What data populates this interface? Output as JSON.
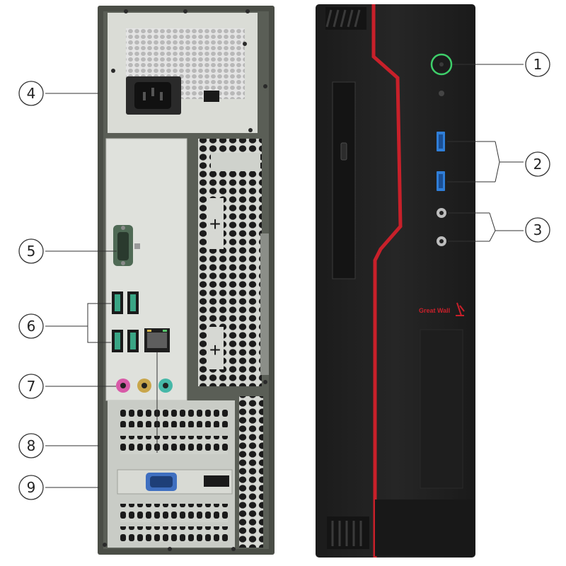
{
  "brand": "Great Wall",
  "callouts": {
    "c1": "1",
    "c2": "2",
    "c3": "3",
    "c4": "4",
    "c5": "5",
    "c6": "6",
    "c7": "7",
    "c8": "8",
    "c9": "9"
  },
  "colors": {
    "accent_red": "#c8202a",
    "chassis_dark": "#222222",
    "rear_panel": "#d9dcd6",
    "usb_blue": "#2f7ed8",
    "usb_green": "#3aa585",
    "audio_pink": "#d85aa8",
    "audio_gold": "#c9a64b",
    "audio_teal": "#46b8a8",
    "vga_blue": "#3f6fc0",
    "power_led_green": "#3ecf6a"
  }
}
